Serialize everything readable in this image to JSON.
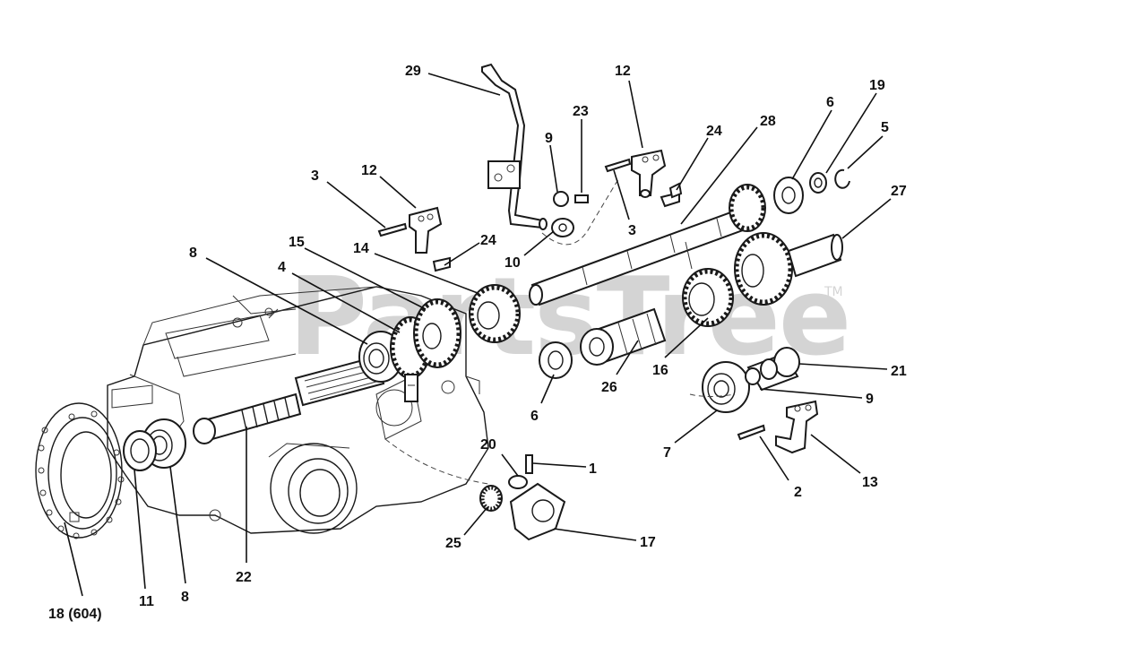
{
  "watermark": {
    "text": "PartsTree",
    "tm": "TM"
  },
  "callouts": [
    {
      "id": "c-29",
      "label": "29"
    },
    {
      "id": "c-12a",
      "label": "12"
    },
    {
      "id": "c-23",
      "label": "23"
    },
    {
      "id": "c-9a",
      "label": "9"
    },
    {
      "id": "c-24a",
      "label": "24"
    },
    {
      "id": "c-28",
      "label": "28"
    },
    {
      "id": "c-6a",
      "label": "6"
    },
    {
      "id": "c-19",
      "label": "19"
    },
    {
      "id": "c-5",
      "label": "5"
    },
    {
      "id": "c-27",
      "label": "27"
    },
    {
      "id": "c-3a",
      "label": "3"
    },
    {
      "id": "c-12b",
      "label": "12"
    },
    {
      "id": "c-3b",
      "label": "3"
    },
    {
      "id": "c-10",
      "label": "10"
    },
    {
      "id": "c-24b",
      "label": "24"
    },
    {
      "id": "c-14",
      "label": "14"
    },
    {
      "id": "c-15",
      "label": "15"
    },
    {
      "id": "c-8a",
      "label": "8"
    },
    {
      "id": "c-4",
      "label": "4"
    },
    {
      "id": "c-16",
      "label": "16"
    },
    {
      "id": "c-21",
      "label": "21"
    },
    {
      "id": "c-26",
      "label": "26"
    },
    {
      "id": "c-6b",
      "label": "6"
    },
    {
      "id": "c-9b",
      "label": "9"
    },
    {
      "id": "c-7",
      "label": "7"
    },
    {
      "id": "c-20",
      "label": "20"
    },
    {
      "id": "c-1",
      "label": "1"
    },
    {
      "id": "c-2",
      "label": "2"
    },
    {
      "id": "c-13",
      "label": "13"
    },
    {
      "id": "c-25",
      "label": "25"
    },
    {
      "id": "c-17",
      "label": "17"
    },
    {
      "id": "c-22",
      "label": "22"
    },
    {
      "id": "c-18",
      "label": "18 (604)"
    },
    {
      "id": "c-11",
      "label": "11"
    },
    {
      "id": "c-8b",
      "label": "8"
    }
  ]
}
